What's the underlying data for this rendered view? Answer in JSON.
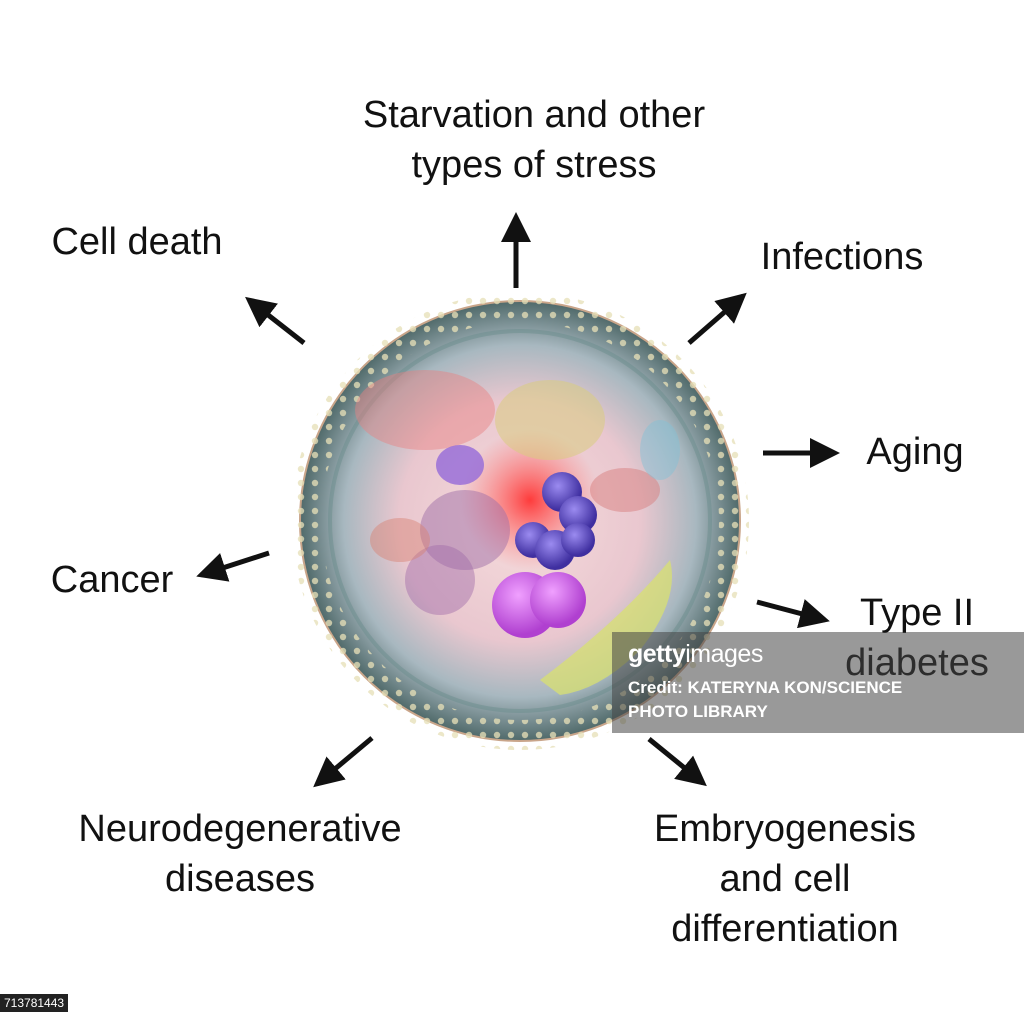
{
  "labels": {
    "starvation": "Starvation and other\ntypes of stress",
    "cell_death": "Cell death",
    "infections": "Infections",
    "aging": "Aging",
    "cancer": "Cancer",
    "diabetes": "Type II\ndiabetes",
    "neuro": "Neurodegenerative\ndiseases",
    "embryo": "Embryogenesis\nand cell\ndifferentiation"
  },
  "watermark": {
    "logo_bold": "getty",
    "logo_thin": "images",
    "credit": "Credit: KATERYNA KON/SCIENCE\nPHOTO LIBRARY"
  },
  "image_id": "713781443",
  "colors": {
    "arrow": "#111111",
    "cell_rim": "#4a6a6a",
    "nucleus": "#5e4fc0",
    "vesicle": "#c05ad8",
    "cytoplasm": "#f2d6d6"
  }
}
